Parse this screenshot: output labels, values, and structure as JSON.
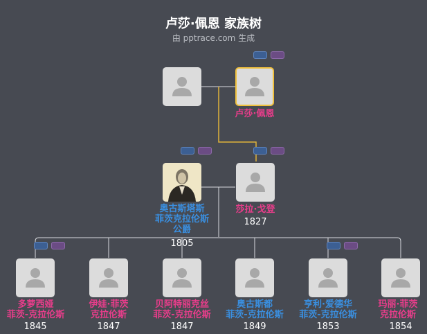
{
  "header": {
    "title": "卢莎·佩恩 家族树",
    "subtitle": "由 pptrace.com 生成"
  },
  "people": {
    "father_of_focus": {
      "name": "",
      "year": ""
    },
    "focus": {
      "name": "卢莎·佩恩",
      "year": ""
    },
    "augustus_sr": {
      "name_lines": [
        "奥古斯塔斯",
        "菲茨克拉伦斯",
        "公爵"
      ],
      "year": "1805"
    },
    "sarah_gordon": {
      "name_lines": [
        "莎拉·戈登"
      ],
      "year": "1827"
    },
    "children": [
      {
        "name_lines": [
          "多萝西娅",
          "菲茨-克拉伦斯"
        ],
        "year": "1845"
      },
      {
        "name_lines": [
          "伊娃·菲茨",
          "克拉伦斯"
        ],
        "year": "1847"
      },
      {
        "name_lines": [
          "贝阿特丽克丝",
          "菲茨-克拉伦斯"
        ],
        "year": "1847"
      },
      {
        "name_lines": [
          "奥古斯都",
          "菲茨-克拉伦斯"
        ],
        "year": "1849"
      },
      {
        "name_lines": [
          "亨利·爱德华",
          "菲茨-克拉伦斯"
        ],
        "year": "1853"
      },
      {
        "name_lines": [
          "玛丽·菲茨",
          "克拉伦斯"
        ],
        "year": "1854"
      }
    ]
  },
  "colors": {
    "background": "#474a52",
    "female": "#e93d8b",
    "male": "#3a8fe0",
    "highlight": "#f0c03c",
    "badge_blue": "#3c5f93",
    "badge_purple": "#6b4c84"
  }
}
